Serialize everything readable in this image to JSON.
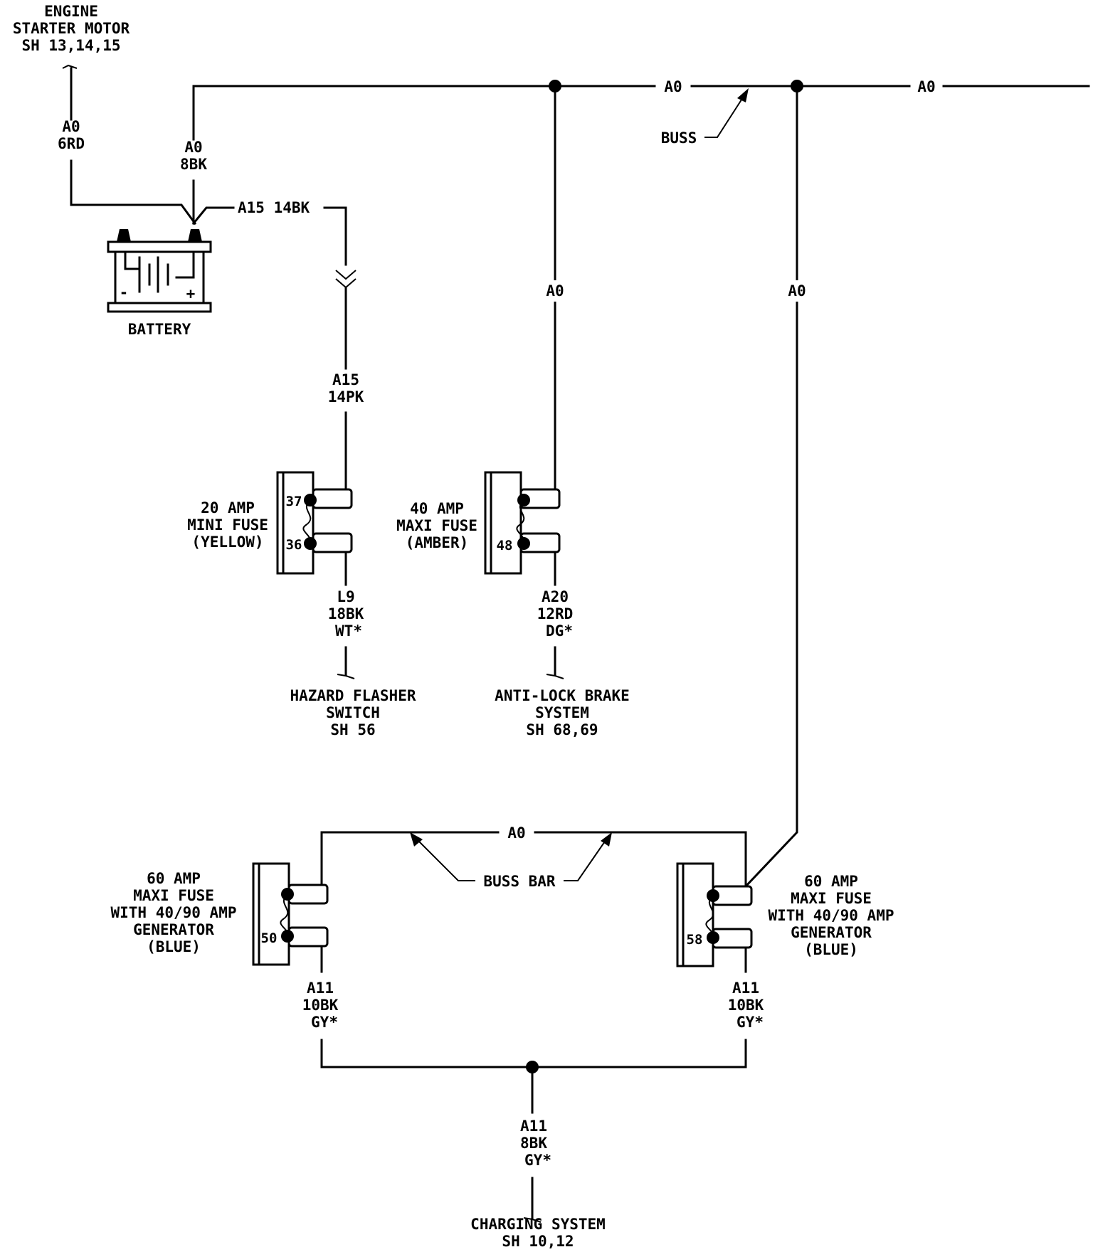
{
  "starter": {
    "line1": "ENGINE",
    "line2": "STARTER MOTOR",
    "line3": "SH 13,14,15"
  },
  "wires": {
    "a0_6rd": {
      "circuit": "A0",
      "gauge": "6RD"
    },
    "a0_8bk": {
      "circuit": "A0",
      "gauge": "8BK"
    },
    "a15_14bk": "A15 14BK",
    "a15_14pk": {
      "circuit": "A15",
      "gauge": "14PK"
    },
    "l9": {
      "circuit": "L9",
      "gauge": "18BK",
      "tracer": "WT*"
    },
    "a20": {
      "circuit": "A20",
      "gauge": "12RD",
      "tracer": "DG*"
    },
    "a11_left": {
      "circuit": "A11",
      "gauge": "10BK",
      "tracer": "GY*"
    },
    "a11_right": {
      "circuit": "A11",
      "gauge": "10BK",
      "tracer": "GY*"
    },
    "a11_main": {
      "circuit": "A11",
      "gauge": "8BK",
      "tracer": "GY*"
    }
  },
  "buss": {
    "top_a0_1": "A0",
    "top_a0_2": "A0",
    "buss_label": "BUSS",
    "mid_a0": "A0",
    "right_a0": "A0",
    "bar_a0": "A0",
    "buss_bar_label": "BUSS BAR"
  },
  "battery": {
    "label": "BATTERY",
    "minus": "-",
    "plus": "+"
  },
  "fuses": {
    "mini20": {
      "line1": "20 AMP",
      "line2": "MINI FUSE",
      "line3": "(YELLOW)",
      "pin_top": "37",
      "pin_bottom": "36"
    },
    "maxi40": {
      "line1": "40 AMP",
      "line2": "MAXI FUSE",
      "line3": "(AMBER)",
      "pin_bottom": "48"
    },
    "maxi60_left": {
      "line1": "60 AMP",
      "line2": "MAXI FUSE",
      "line3": "WITH 40/90 AMP",
      "line4": "GENERATOR",
      "line5": "(BLUE)",
      "pin_bottom": "50"
    },
    "maxi60_right": {
      "line1": "60 AMP",
      "line2": "MAXI FUSE",
      "line3": "WITH 40/90 AMP",
      "line4": "GENERATOR",
      "line5": "(BLUE)",
      "pin_bottom": "58"
    }
  },
  "destinations": {
    "hazard": {
      "line1": "HAZARD FLASHER",
      "line2": "SWITCH",
      "line3": "SH 56"
    },
    "abs": {
      "line1": "ANTI-LOCK BRAKE",
      "line2": "SYSTEM",
      "line3": "SH 68,69"
    },
    "charging": {
      "line1": "CHARGING SYSTEM",
      "line2": "SH 10,12"
    }
  }
}
